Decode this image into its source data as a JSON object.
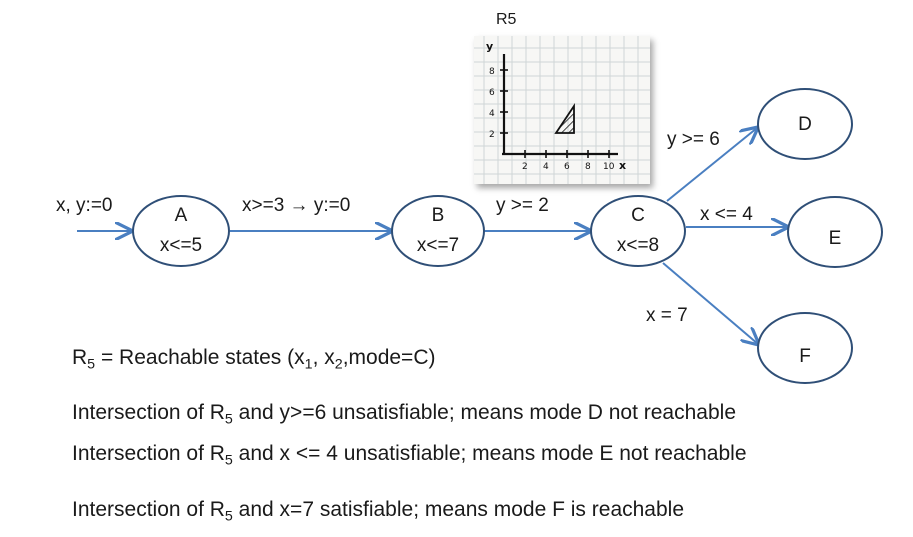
{
  "entry_label": "x, y:=0",
  "transition_ab": "x>=3 → y:=0",
  "transition_bc": "y >= 2",
  "transition_cd": "y >= 6",
  "transition_ce": "x <= 4",
  "transition_cf": "x = 7",
  "states": {
    "A": {
      "name": "A",
      "invariant": "x<=5"
    },
    "B": {
      "name": "B",
      "invariant": "x<=7"
    },
    "C": {
      "name": "C",
      "invariant": "x<=8"
    },
    "D": {
      "name": "D"
    },
    "E": {
      "name": "E"
    },
    "F": {
      "name": "F"
    }
  },
  "plot": {
    "title": "R5",
    "y_axis_label": "y",
    "x_axis_label": "x",
    "y_ticks": [
      "8",
      "6",
      "4",
      "2"
    ],
    "x_ticks": [
      "2",
      "4",
      "6",
      "8",
      "10"
    ]
  },
  "definition": {
    "r": "R",
    "r_sub": "5",
    "text1": " = Reachable states (x",
    "sub1": "1",
    "text2": ", x",
    "sub2": "2",
    "text3": ",mode=C)"
  },
  "lines": [
    {
      "pre": "Intersection of R",
      "sub": "5",
      "post": " and y>=6 unsatisfiable; means mode D not reachable"
    },
    {
      "pre": "Intersection of R",
      "sub": "5",
      "post": " and x <= 4 unsatisfiable; means mode E not reachable"
    },
    {
      "pre": "Intersection of R",
      "sub": "5",
      "post": " and x=7 satisfiable; means mode F is reachable"
    }
  ],
  "colors": {
    "edge": "#4a7fc1",
    "node_border": "#2f4f77"
  }
}
